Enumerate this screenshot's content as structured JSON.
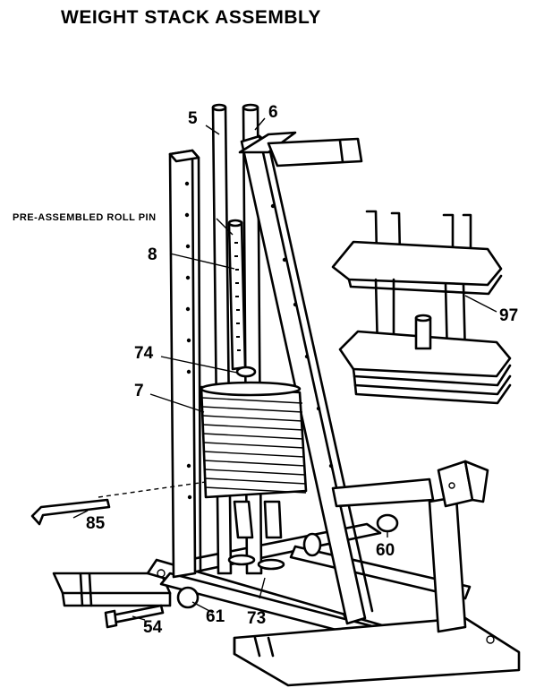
{
  "title": "WEIGHT STACK ASSEMBLY",
  "callouts": {
    "roll_pin": "PRE-ASSEMBLED ROLL PIN",
    "part_5": "5",
    "part_6": "6",
    "part_8": "8",
    "part_74": "74",
    "part_7": "7",
    "part_97": "97",
    "part_85": "85",
    "part_60": "60",
    "part_54": "54",
    "part_61": "61",
    "part_73": "73"
  }
}
